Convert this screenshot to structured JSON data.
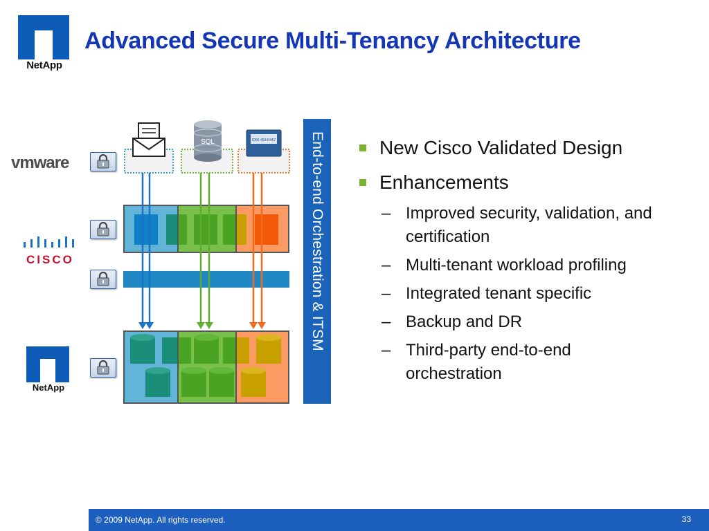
{
  "header": {
    "logo_text": "NetApp",
    "title": "Advanced Secure Multi-Tenancy Architecture"
  },
  "vendors": {
    "vmware": "vmware",
    "cisco": "CISCO",
    "netapp": "NetApp"
  },
  "diagram": {
    "banner_text": "End-to-end Orchestration & ITSM",
    "apps": [
      "email-document-icon",
      "sql-database-icon",
      "id-card-icon"
    ],
    "sql_label": "SQL",
    "card_label": "ID56-453-R467",
    "tenant_colors": {
      "blue": "#62b4d8",
      "green": "#78c04a",
      "orange": "#fb9a62"
    }
  },
  "bullets": [
    {
      "text": "New Cisco Validated Design"
    },
    {
      "text": "Enhancements",
      "sub": [
        "Improved security, validation, and certification",
        "Multi-tenant workload profiling",
        "Integrated tenant specific",
        "Backup and DR",
        "Third-party end-to-end orchestration"
      ]
    }
  ],
  "footer": {
    "copyright": "© 2009 NetApp. All rights reserved.",
    "page": "33"
  }
}
